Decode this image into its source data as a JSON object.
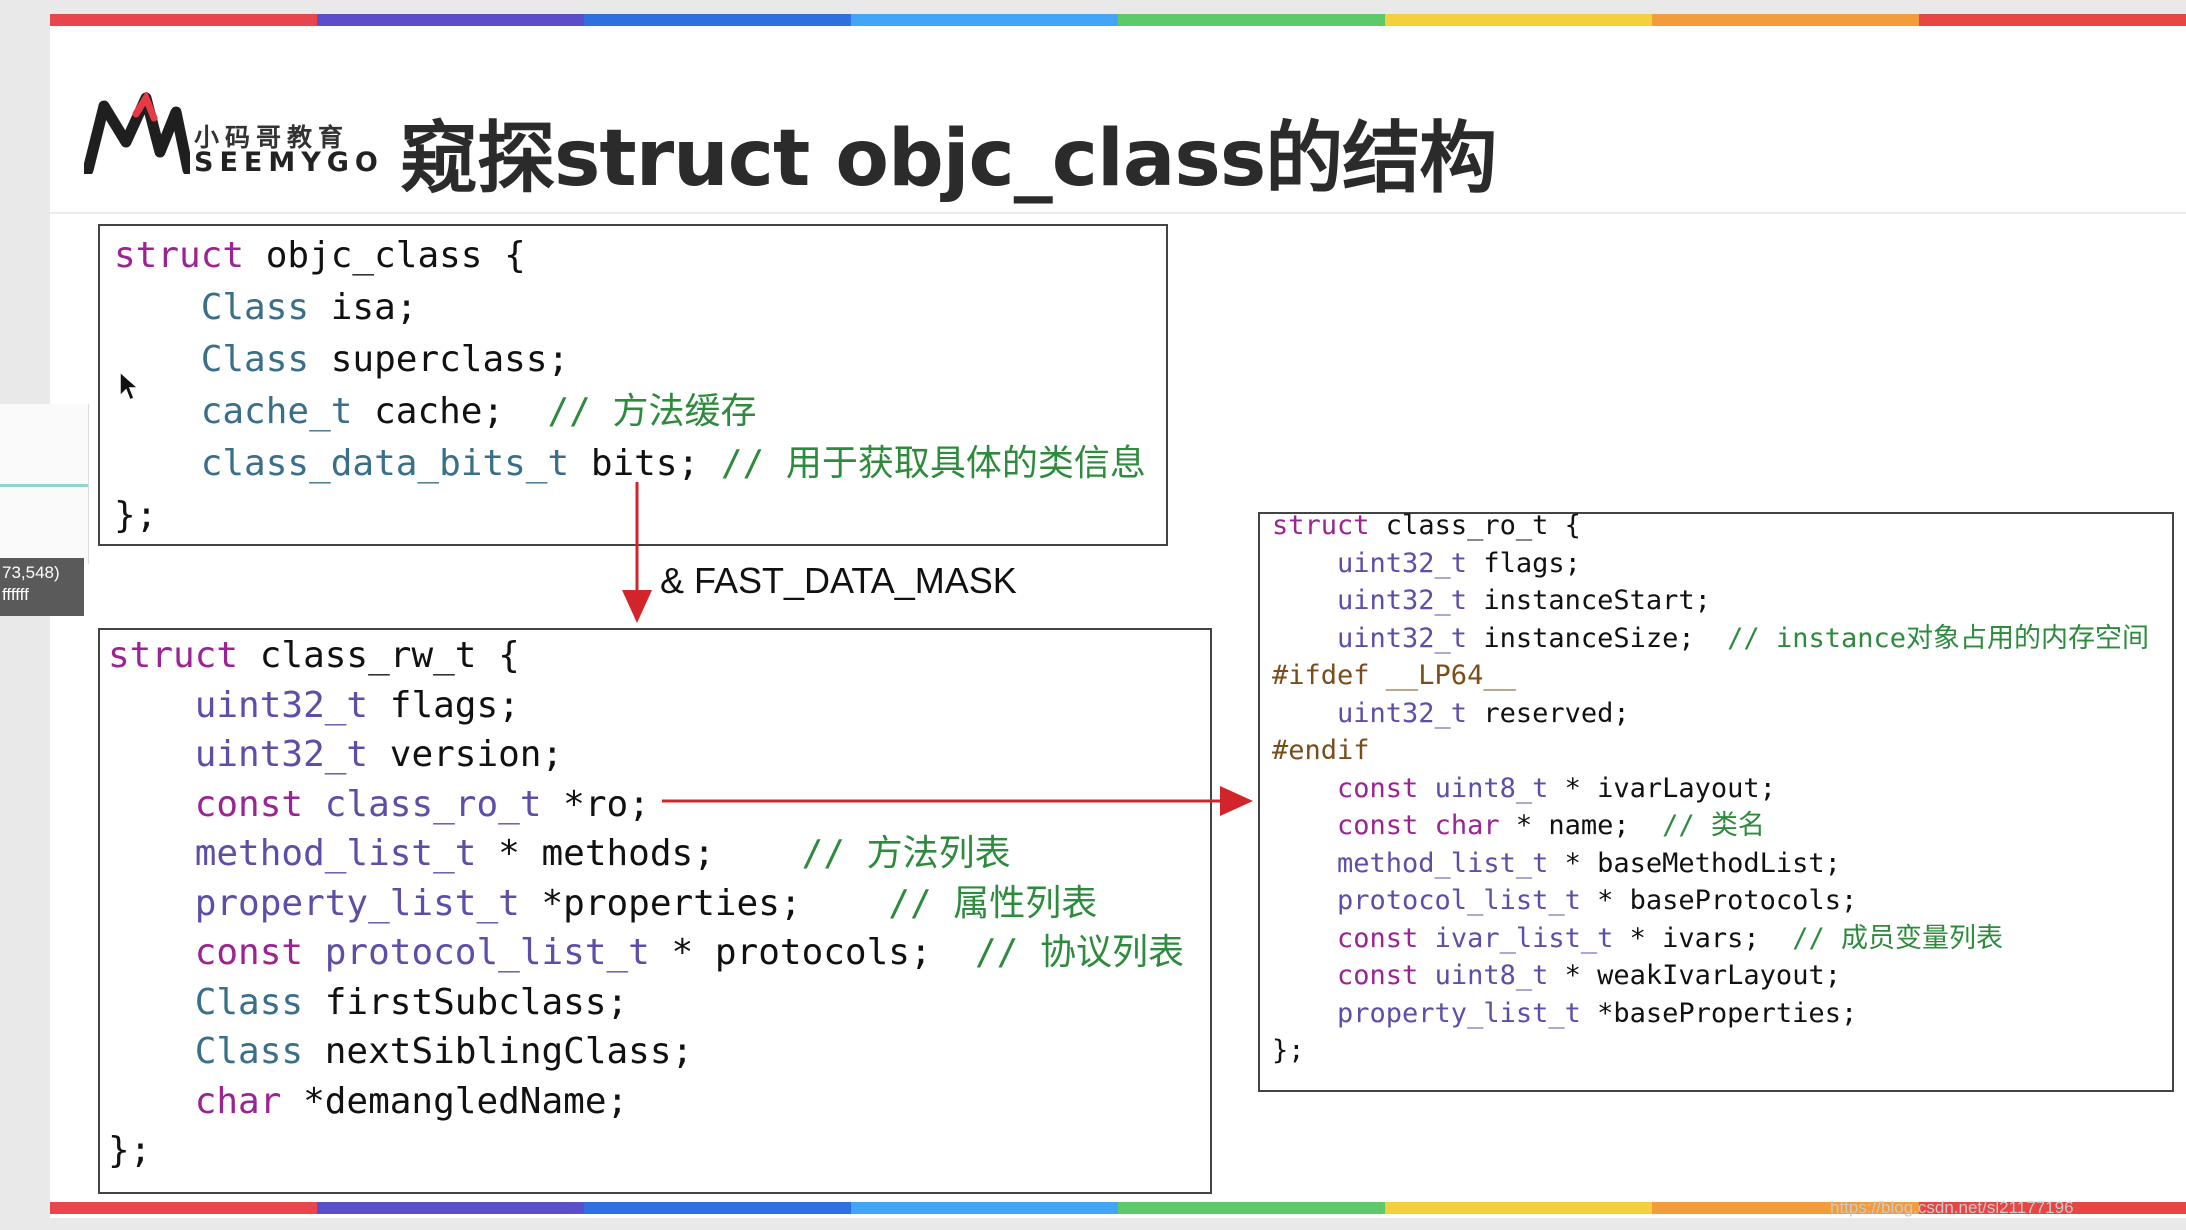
{
  "slide": {
    "title": "窥探struct objc_class的结构",
    "logo": {
      "cn": "小码哥教育",
      "en": "SEEMYGO"
    },
    "stripe_colors": [
      "#e8454c",
      "#5a4fc9",
      "#2f6fe0",
      "#42a5f5",
      "#5cc96a",
      "#f4d03f",
      "#f39c3c",
      "#e84545"
    ]
  },
  "objc_class": {
    "lines": [
      [
        {
          "t": "struct",
          "c": "kw"
        },
        {
          "t": " objc_class {",
          "c": "pl"
        }
      ],
      [
        {
          "t": "    Class",
          "c": "ty"
        },
        {
          "t": " isa;",
          "c": "pl"
        }
      ],
      [
        {
          "t": "    Class",
          "c": "ty"
        },
        {
          "t": " superclass;",
          "c": "pl"
        }
      ],
      [
        {
          "t": "    cache_t",
          "c": "ty"
        },
        {
          "t": " cache;  ",
          "c": "pl"
        },
        {
          "t": "// 方法缓存",
          "c": "cm"
        }
      ],
      [
        {
          "t": "    class_data_bits_t",
          "c": "ty"
        },
        {
          "t": " bits; ",
          "c": "pl"
        },
        {
          "t": "// 用于获取具体的类信息",
          "c": "cm"
        }
      ],
      [
        {
          "t": "};",
          "c": "pl"
        }
      ]
    ]
  },
  "arrow_label": "& FAST_DATA_MASK",
  "class_rw_t": {
    "lines": [
      [
        {
          "t": "struct",
          "c": "kw"
        },
        {
          "t": " class_rw_t {",
          "c": "pl"
        }
      ],
      [
        {
          "t": "    uint32_t",
          "c": "ty2"
        },
        {
          "t": " flags;",
          "c": "pl"
        }
      ],
      [
        {
          "t": "    uint32_t",
          "c": "ty2"
        },
        {
          "t": " version;",
          "c": "pl"
        }
      ],
      [
        {
          "t": "    const",
          "c": "kw"
        },
        {
          "t": " class_ro_t",
          "c": "ty2"
        },
        {
          "t": " *ro;",
          "c": "pl"
        }
      ],
      [
        {
          "t": "    method_list_t",
          "c": "ty2"
        },
        {
          "t": " * methods;    ",
          "c": "pl"
        },
        {
          "t": "// 方法列表",
          "c": "cm"
        }
      ],
      [
        {
          "t": "    property_list_t",
          "c": "ty2"
        },
        {
          "t": " *properties;    ",
          "c": "pl"
        },
        {
          "t": "// 属性列表",
          "c": "cm"
        }
      ],
      [
        {
          "t": "    const",
          "c": "kw"
        },
        {
          "t": " protocol_list_t",
          "c": "ty2"
        },
        {
          "t": " * protocols;  ",
          "c": "pl"
        },
        {
          "t": "// 协议列表",
          "c": "cm"
        }
      ],
      [
        {
          "t": "    Class",
          "c": "ty"
        },
        {
          "t": " firstSubclass;",
          "c": "pl"
        }
      ],
      [
        {
          "t": "    Class",
          "c": "ty"
        },
        {
          "t": " nextSiblingClass;",
          "c": "pl"
        }
      ],
      [
        {
          "t": "    char",
          "c": "kw"
        },
        {
          "t": " *demangledName;",
          "c": "pl"
        }
      ],
      [
        {
          "t": "};",
          "c": "pl"
        }
      ]
    ]
  },
  "class_ro_t": {
    "lines": [
      [
        {
          "t": "struct",
          "c": "kw"
        },
        {
          "t": " class_ro_t {",
          "c": "pl"
        }
      ],
      [
        {
          "t": "    uint32_t",
          "c": "ty2"
        },
        {
          "t": " flags;",
          "c": "pl"
        }
      ],
      [
        {
          "t": "    uint32_t",
          "c": "ty2"
        },
        {
          "t": " instanceStart;",
          "c": "pl"
        }
      ],
      [
        {
          "t": "    uint32_t",
          "c": "ty2"
        },
        {
          "t": " instanceSize;  ",
          "c": "pl"
        },
        {
          "t": "// instance对象占用的内存空间",
          "c": "cm"
        }
      ],
      [
        {
          "t": "#ifdef __LP64__",
          "c": "pp"
        }
      ],
      [
        {
          "t": "    uint32_t",
          "c": "ty2"
        },
        {
          "t": " reserved;",
          "c": "pl"
        }
      ],
      [
        {
          "t": "#endif",
          "c": "pp"
        }
      ],
      [
        {
          "t": "    const",
          "c": "kw"
        },
        {
          "t": " uint8_t",
          "c": "ty2"
        },
        {
          "t": " * ivarLayout;",
          "c": "pl"
        }
      ],
      [
        {
          "t": "    const",
          "c": "kw"
        },
        {
          "t": " char",
          "c": "kw"
        },
        {
          "t": " * name;  ",
          "c": "pl"
        },
        {
          "t": "// 类名",
          "c": "cm"
        }
      ],
      [
        {
          "t": "    method_list_t",
          "c": "ty2"
        },
        {
          "t": " * baseMethodList;",
          "c": "pl"
        }
      ],
      [
        {
          "t": "    protocol_list_t",
          "c": "ty2"
        },
        {
          "t": " * baseProtocols;",
          "c": "pl"
        }
      ],
      [
        {
          "t": "    const",
          "c": "kw"
        },
        {
          "t": " ivar_list_t",
          "c": "ty2"
        },
        {
          "t": " * ivars;  ",
          "c": "pl"
        },
        {
          "t": "// 成员变量列表",
          "c": "cm"
        }
      ],
      [
        {
          "t": "    const",
          "c": "kw"
        },
        {
          "t": " uint8_t",
          "c": "ty2"
        },
        {
          "t": " * weakIvarLayout;",
          "c": "pl"
        }
      ],
      [
        {
          "t": "    property_list_t",
          "c": "ty2"
        },
        {
          "t": " *baseProperties;",
          "c": "pl"
        }
      ],
      [
        {
          "t": "};",
          "c": "pl"
        }
      ]
    ]
  },
  "overlay": {
    "coord_tip_line1": "73,548)",
    "coord_tip_line2": "ffffff",
    "watermark": "https://blog.csdn.net/sl21177196"
  }
}
